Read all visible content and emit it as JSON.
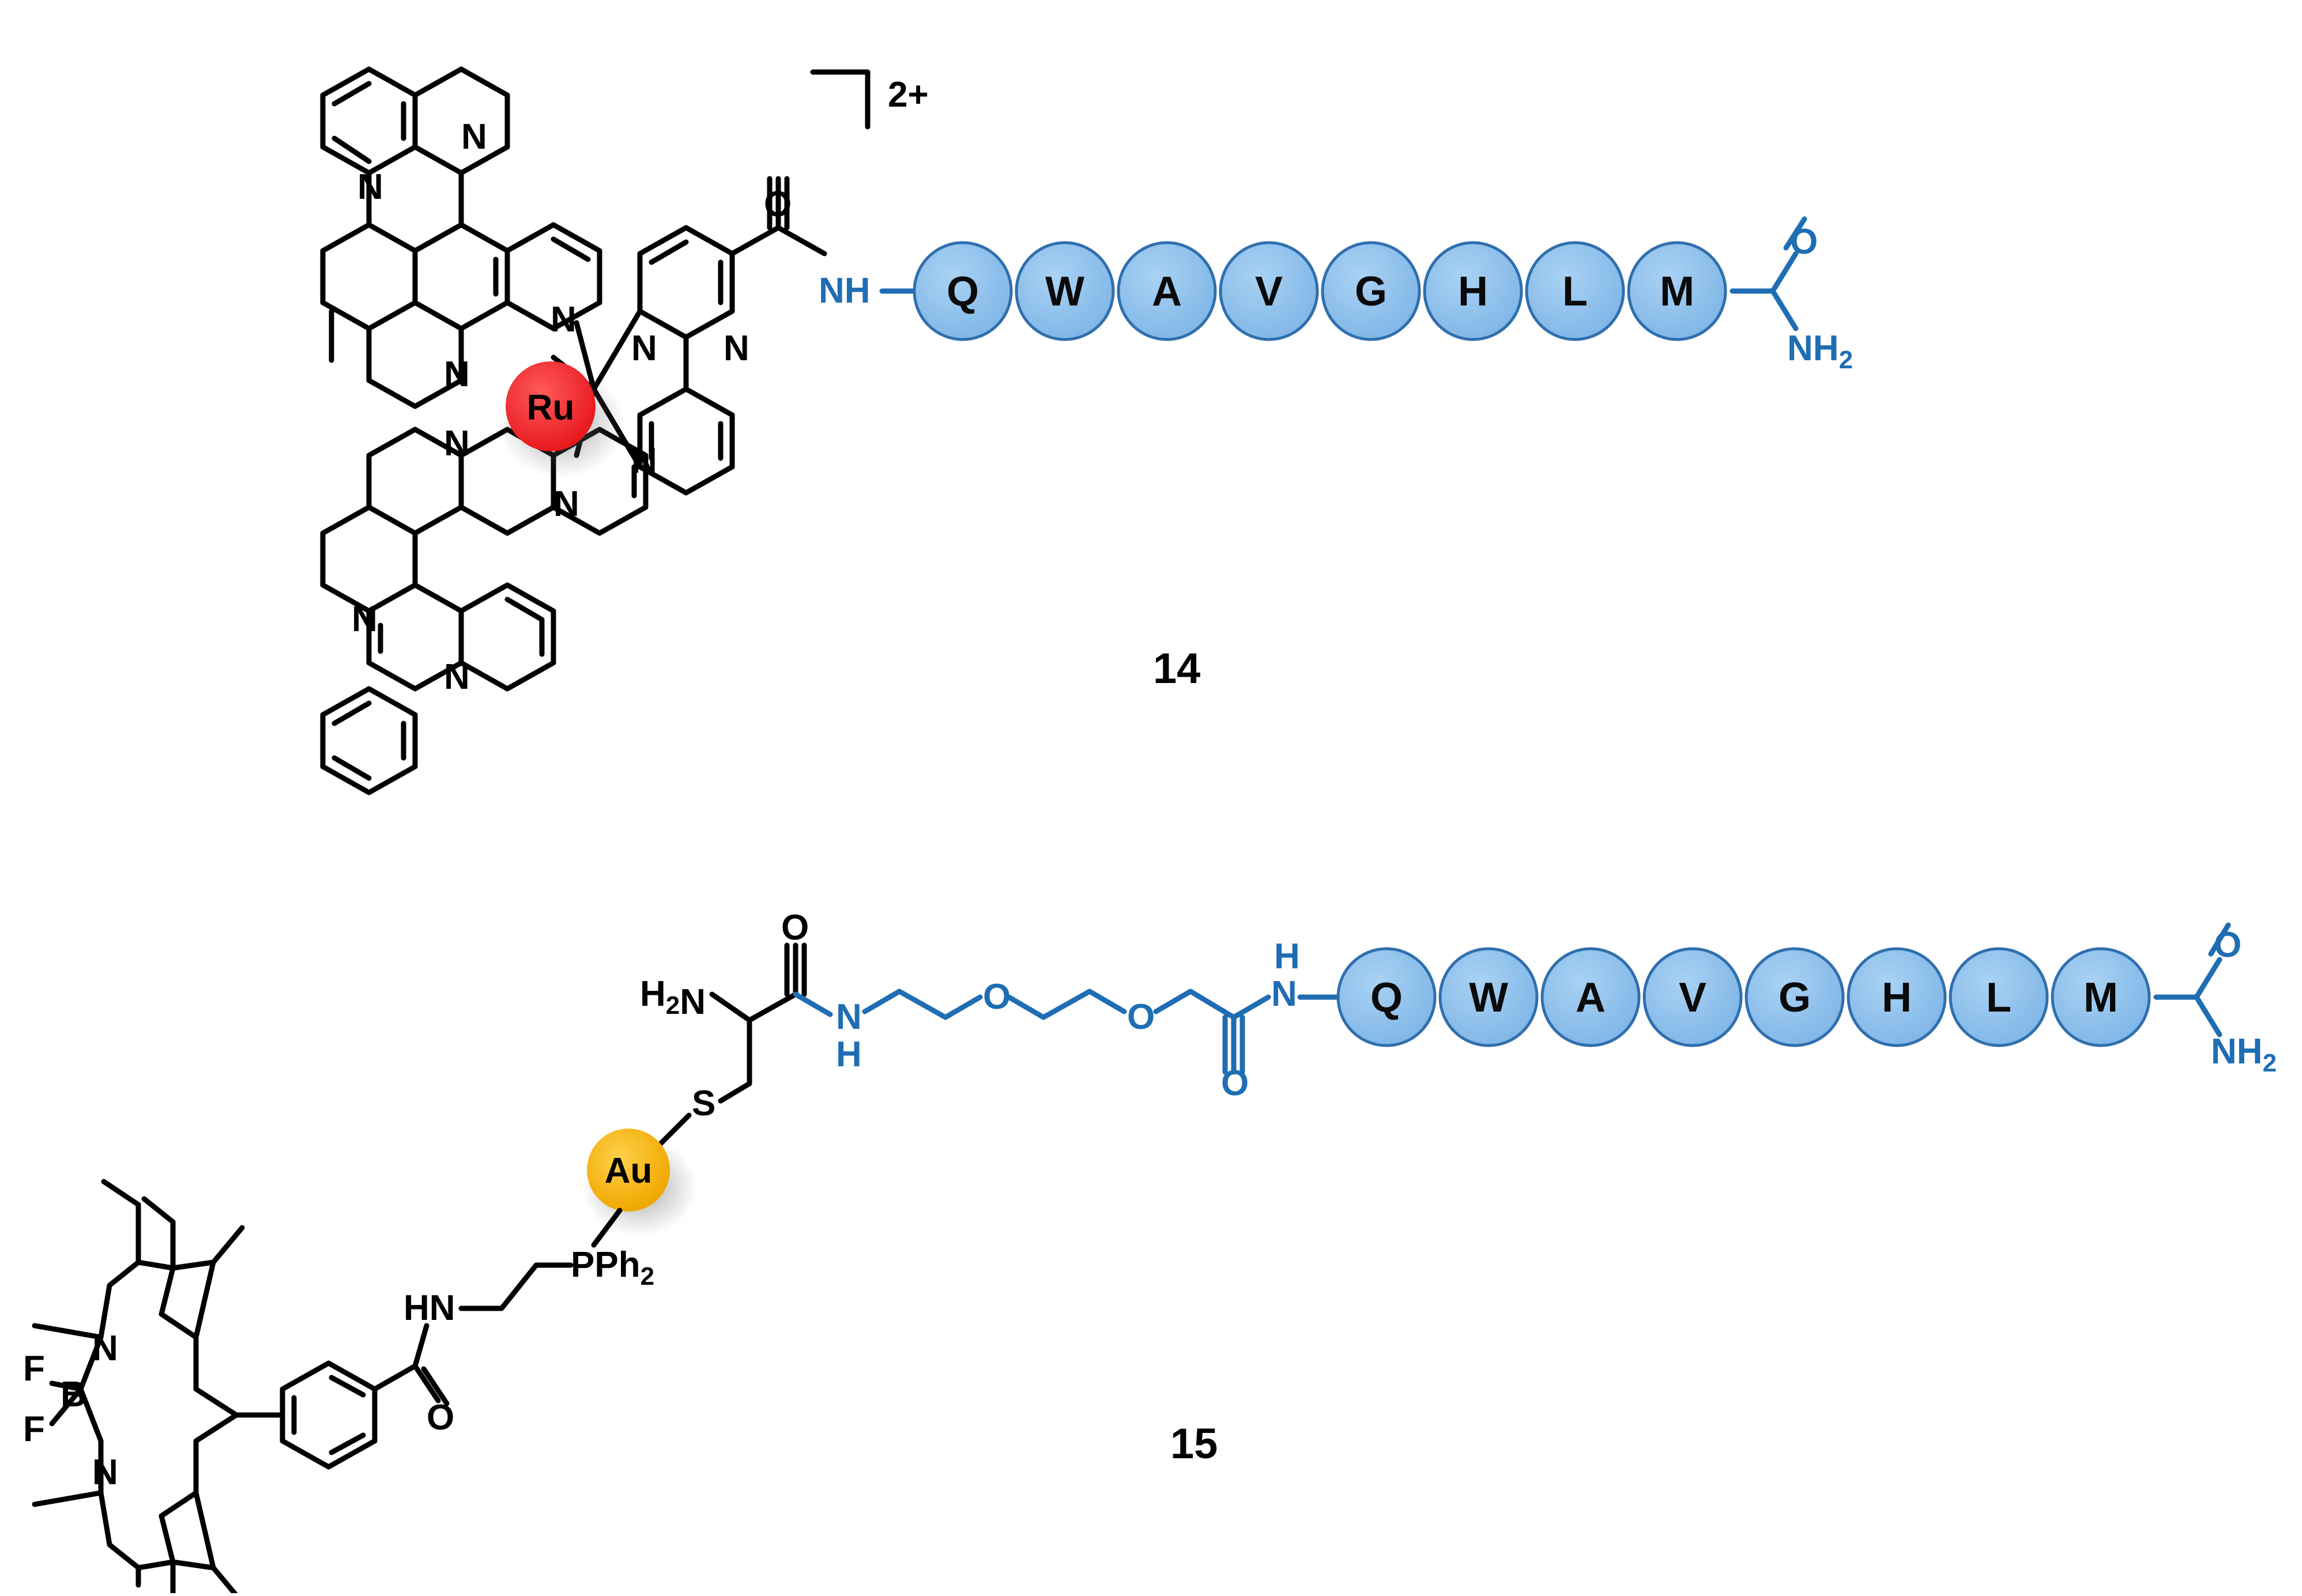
{
  "colors": {
    "bond": "#000000",
    "linker": "#1f6db3",
    "residue_fill": "#8cc0ec",
    "residue_stroke": "#2f6fae",
    "ruthenium": "#e8191f",
    "gold": "#f3b60f"
  },
  "compound14": {
    "label": "14",
    "metal": "Ru",
    "charge": "2+",
    "amide_O": "O",
    "amide_NH": "NH",
    "terminal_O": "O",
    "terminal_NH2": "NH2",
    "ring_N": "N",
    "peptide": [
      "Q",
      "W",
      "A",
      "V",
      "G",
      "H",
      "L",
      "M"
    ]
  },
  "compound15": {
    "label": "15",
    "metal": "Au",
    "ligand_P": "PPh2",
    "thiol_S": "S",
    "cys_H2N": "H2N",
    "cys_O": "O",
    "linker_NH": "N",
    "linker_H": "H",
    "ether_O": "O",
    "linker_carbonyl_O": "O",
    "linker_NH2_label": "N",
    "linker_H2_label": "H",
    "terminal_O": "O",
    "terminal_NH2": "NH2",
    "bodipy_B": "B",
    "bodipy_F": "F",
    "bodipy_N": "N",
    "amide_HN": "HN",
    "amide_O": "O",
    "peptide": [
      "Q",
      "W",
      "A",
      "V",
      "G",
      "H",
      "L",
      "M"
    ]
  }
}
